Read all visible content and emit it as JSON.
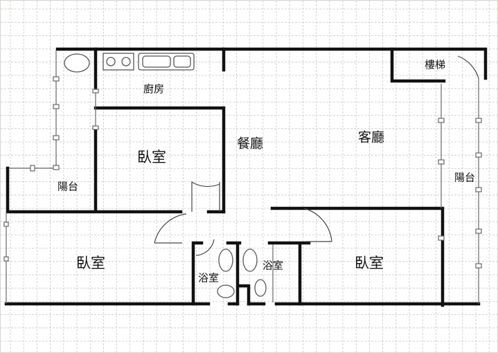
{
  "rooms": {
    "kitchen": "廚房",
    "dining": "餐廳",
    "living": "客廳",
    "bedroom_top": "臥室",
    "balcony_left": "陽台",
    "bedroom_left": "臥室",
    "bath_left": "浴室",
    "bath_right": "浴室",
    "bedroom_right": "臥室",
    "stairs": "樓梯",
    "balcony_right": "陽台"
  },
  "colors": {
    "wall": "#111111",
    "grid": "#c8c8c8",
    "fixture": "#555555"
  }
}
